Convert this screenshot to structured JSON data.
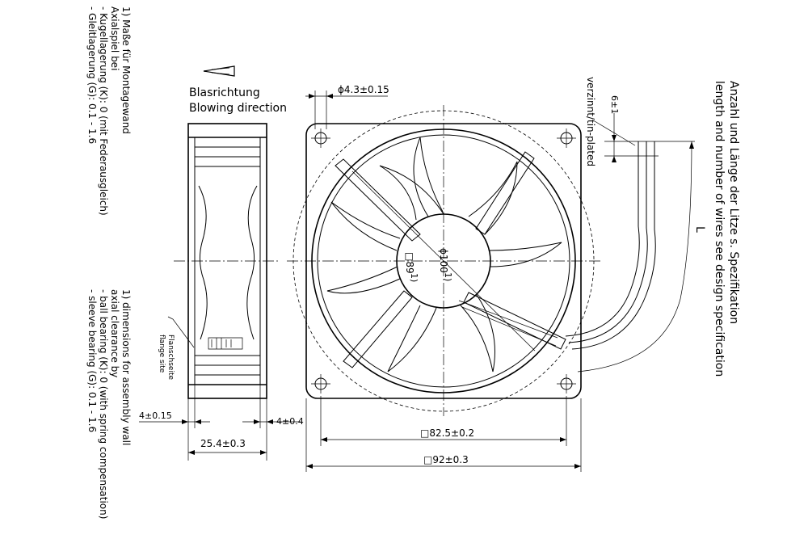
{
  "notes_de": {
    "line1": "1) Maße für Montagewand",
    "line2": "Axialspiel bei",
    "line3": "- Kugellagerung (K): 0 (mit Federausgleich)",
    "line4": "- Gleitlagerung (G): 0.1 - 1.6"
  },
  "notes_en": {
    "line1": "1) dimensions for assembly wall",
    "line2": "axial clearance by",
    "line3": "- ball bearing (K): 0 (with spring compensation)",
    "line4": "- sleeve bearing (G): 0.1 - 1.6"
  },
  "blowing": {
    "de": "Blasrichtung",
    "en": "Blowing direction"
  },
  "flange_label": {
    "de": "Flanschseite",
    "en": "flange site"
  },
  "dims": {
    "hole_dia": "ϕ4.3±0.15",
    "circle_dia": "ϕ100",
    "circle_note": "1)",
    "square_89": "□89",
    "square_89_note": "1)",
    "square_82": "□82.5±0.2",
    "square_92": "□92±0.3",
    "depth": "25.4±0.3",
    "left_offset": "4±0.15",
    "right_offset": "4±0.4",
    "wire_tin": "6±1",
    "wire_length": "L"
  },
  "wires": {
    "tinned": "verzinnt/tin-plated",
    "spec_de": "Anzahl und Länge der Litze s. Spezifikation",
    "spec_en": "length and number of wires see design specification"
  },
  "colors": {
    "line": "#000000",
    "background": "#ffffff"
  }
}
